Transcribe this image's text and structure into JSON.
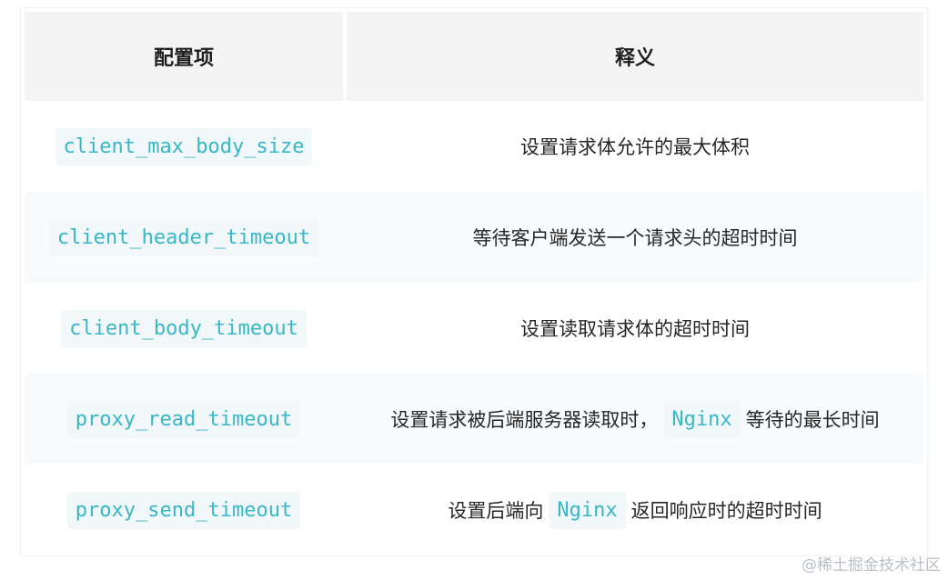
{
  "table": {
    "headers": [
      "配置项",
      "释义"
    ],
    "rows": [
      {
        "key": "client_max_body_size",
        "desc_pre": "设置请求体允许的最大体积",
        "desc_code": "",
        "desc_post": ""
      },
      {
        "key": "client_header_timeout",
        "desc_pre": "等待客户端发送一个请求头的超时时间",
        "desc_code": "",
        "desc_post": ""
      },
      {
        "key": "client_body_timeout",
        "desc_pre": "设置读取请求体的超时时间",
        "desc_code": "",
        "desc_post": ""
      },
      {
        "key": "proxy_read_timeout",
        "desc_pre": "设置请求被后端服务器读取时，",
        "desc_code": "Nginx",
        "desc_post": "等待的最长时间"
      },
      {
        "key": "proxy_send_timeout",
        "desc_pre": "设置后端向",
        "desc_code": "Nginx",
        "desc_post": "返回响应时的超时时间"
      }
    ]
  },
  "watermark": "@稀土掘金技术社区",
  "colors": {
    "header_bg": "#f4f4f4",
    "code_text": "#38b7c6",
    "code_bg": "#f2f8fa",
    "alt_row_bg": "#f8fbfd"
  }
}
